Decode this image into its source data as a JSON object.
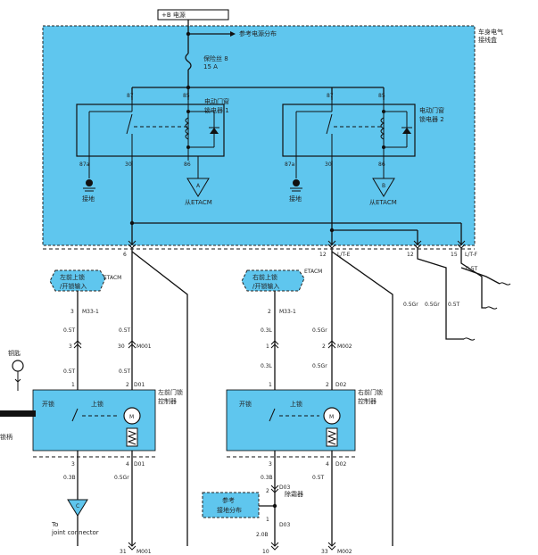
{
  "power_label": "+B 电源",
  "power_dist_ref": "参考电源分布",
  "junction_box_label": [
    "车身电气",
    "接线盒"
  ],
  "fuse": {
    "name": "保险丝 8",
    "rating": "15 A"
  },
  "relays": [
    {
      "label": [
        "电动门窗",
        "锁电器 1"
      ],
      "pin_87": "87",
      "pin_85": "85",
      "pin_87a": "87a",
      "pin_30": "30",
      "pin_86": "86",
      "ground": "接地",
      "etacm": "从ETACM",
      "etacm_id": "A"
    },
    {
      "label": [
        "电动门窗",
        "锁电器 2"
      ],
      "pin_87": "87",
      "pin_85": "85",
      "pin_87a": "87a",
      "pin_30": "30",
      "pin_86": "86",
      "ground": "接地",
      "etacm": "从ETACM",
      "etacm_id": "B"
    }
  ],
  "jb_pins": {
    "left": "6",
    "mid": "L/T-E",
    "mid_num": "12",
    "r1": "12",
    "r2": "L/T-F",
    "r2_num": "15"
  },
  "right_wires": {
    "w1": "0.5Gr",
    "w2": "0.5Gr",
    "w3": "0.5T",
    "w4": "0.5T"
  },
  "left": {
    "switch_box": [
      "左前上锁",
      "/开锁输入"
    ],
    "etacm": "ETACM",
    "conn1_pin": "3",
    "conn1": "M33-1",
    "w_a": "0.5T",
    "w_b": "0.5T",
    "j_pin_l": "3",
    "j_pin_r": "30",
    "j_conn": "M001",
    "w_c": "0.5T",
    "w_d": "0.5T",
    "d_pin_l": "1",
    "d_pin_r": "2",
    "d_conn": "D01",
    "key_label": "钥匙",
    "side_label": "锁柄",
    "actuator": [
      "左前门锁",
      "控制器"
    ],
    "unlock": "开锁",
    "lock": "上锁",
    "motor": "M",
    "b_pin_l": "3",
    "b_pin_r": "4",
    "b_conn": "D01",
    "w_e": "0.3B",
    "w_f": "0.5Gr",
    "ground_id": "C",
    "joint": [
      "To",
      "joint connector"
    ],
    "bot_pin": "31",
    "bot_conn": "M001"
  },
  "right": {
    "switch_box": [
      "右前上锁",
      "/开锁输入"
    ],
    "etacm": "ETACM",
    "conn1_pin": "2",
    "conn1": "M33-1",
    "w_a": "0.3L",
    "w_b": "0.5Gr",
    "j_pin_l": "1",
    "j_pin_r": "2",
    "j_conn": "M002",
    "w_c": "0.3L",
    "w_d": "0.5Gr",
    "d_pin_l": "1",
    "d_pin_r": "2",
    "d_conn": "D02",
    "actuator": [
      "右前门锁",
      "控制器"
    ],
    "unlock": "开锁",
    "lock": "上锁",
    "motor": "M",
    "b_pin_l": "3",
    "b_pin_r": "4",
    "b_conn": "D02",
    "w_e": "0.3B",
    "w_f": "0.5T",
    "d3_pin": "2",
    "d3_conn": "D03",
    "ground_box": [
      "参考",
      "接地分布"
    ],
    "defroster": "除霜器",
    "w_g": "2.0B",
    "d4_pin": "1",
    "d4_conn": "D03",
    "bot_pin_l": "10",
    "bot_pin_r": "33",
    "bot_conn": "M002"
  },
  "colors": {
    "module_fill": "#5fc6ee",
    "line": "#111111"
  }
}
